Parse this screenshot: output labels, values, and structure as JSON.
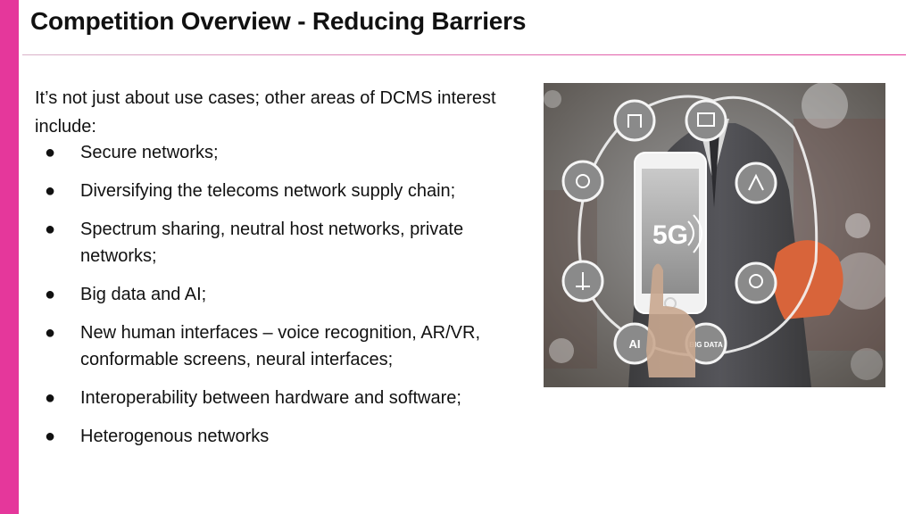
{
  "slide": {
    "title": "Competition Overview - Reducing Barriers",
    "intro": "It’s not just about use cases; other areas of DCMS interest include:",
    "bullets": [
      "Secure networks;",
      "Diversifying the telecoms network supply chain;",
      "Spectrum sharing, neutral host networks, private networks;",
      "Big data and AI;",
      "New human interfaces – voice recognition, AR/VR, conformable screens, neural interfaces;",
      "Interoperability between hardware and software;",
      "Heterogenous networks"
    ],
    "bullet_glyph": "●"
  },
  "image": {
    "center_label": "5G",
    "icon_labels": [
      "AI",
      "BIG DATA"
    ]
  },
  "colors": {
    "accent": "#e5379b",
    "text": "#111111"
  }
}
